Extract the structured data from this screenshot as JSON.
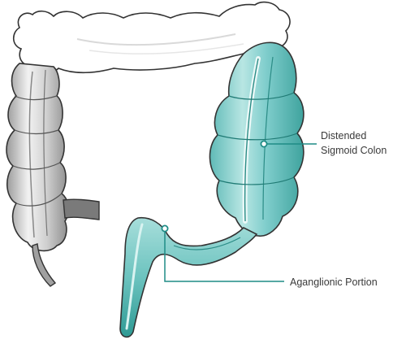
{
  "labels": {
    "sigmoid_line1": "Distended",
    "sigmoid_line2": "Sigmoid Colon",
    "aganglionic": "Aganglionic Portion"
  },
  "colors": {
    "teal": "#7fcdcc",
    "teal_dark": "#1e8f88",
    "leader": "#1f8c86",
    "gray": "#c4c4c4",
    "gray_dark": "#6a6a6a",
    "outline": "#333333"
  },
  "icons": [
    "sigmoid-callout-dot",
    "aganglionic-callout-dot"
  ]
}
